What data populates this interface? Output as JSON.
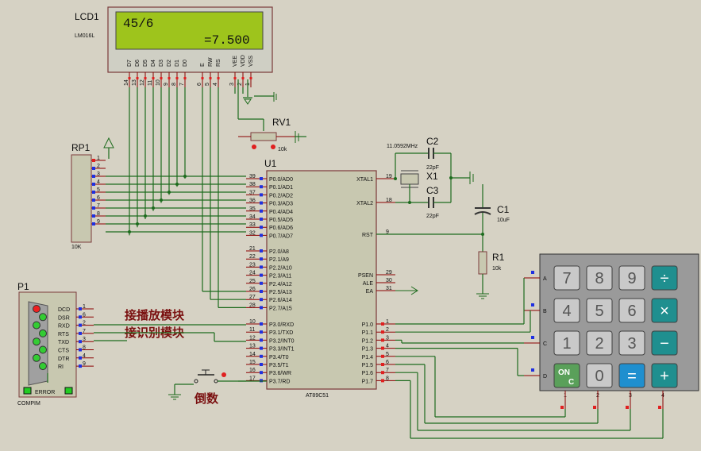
{
  "lcd": {
    "ref": "LCD1",
    "part": "LM016L",
    "line1": "45/6",
    "line2": "=7.500",
    "pins": [
      "D7",
      "D6",
      "D5",
      "D4",
      "D3",
      "D2",
      "D1",
      "D0",
      "E",
      "RW",
      "RS",
      "VEE",
      "VDD",
      "VSS"
    ],
    "pin_numbers": [
      "14",
      "13",
      "12",
      "11",
      "10",
      "9",
      "8",
      "7",
      "6",
      "5",
      "4",
      "3",
      "2",
      "1"
    ]
  },
  "rv1": {
    "ref": "RV1",
    "value": "10k"
  },
  "rp1": {
    "ref": "RP1",
    "value": "10K",
    "pins": [
      "1",
      "2",
      "3",
      "4",
      "5",
      "6",
      "7",
      "8",
      "9"
    ]
  },
  "u1": {
    "ref": "U1",
    "part": "AT89C51",
    "left_pins": [
      {
        "num": "39",
        "name": "P0.0/AD0"
      },
      {
        "num": "38",
        "name": "P0.1/AD1"
      },
      {
        "num": "37",
        "name": "P0.2/AD2"
      },
      {
        "num": "36",
        "name": "P0.3/AD3"
      },
      {
        "num": "35",
        "name": "P0.4/AD4"
      },
      {
        "num": "34",
        "name": "P0.5/AD5"
      },
      {
        "num": "33",
        "name": "P0.6/AD6"
      },
      {
        "num": "32",
        "name": "P0.7/AD7"
      },
      {
        "num": "21",
        "name": "P2.0/A8"
      },
      {
        "num": "22",
        "name": "P2.1/A9"
      },
      {
        "num": "23",
        "name": "P2.2/A10"
      },
      {
        "num": "24",
        "name": "P2.3/A11"
      },
      {
        "num": "25",
        "name": "P2.4/A12"
      },
      {
        "num": "26",
        "name": "P2.5/A13"
      },
      {
        "num": "27",
        "name": "P2.6/A14"
      },
      {
        "num": "28",
        "name": "P2.7/A15"
      },
      {
        "num": "10",
        "name": "P3.0/RXD"
      },
      {
        "num": "11",
        "name": "P3.1/TXD"
      },
      {
        "num": "12",
        "name": "P3.2/INT0"
      },
      {
        "num": "13",
        "name": "P3.3/INT1"
      },
      {
        "num": "14",
        "name": "P3.4/T0"
      },
      {
        "num": "15",
        "name": "P3.5/T1"
      },
      {
        "num": "16",
        "name": "P3.6/WR"
      },
      {
        "num": "17",
        "name": "P3.7/RD"
      }
    ],
    "right_top": [
      {
        "num": "19",
        "name": "XTAL1"
      },
      {
        "num": "18",
        "name": "XTAL2"
      },
      {
        "num": "9",
        "name": "RST"
      },
      {
        "num": "29",
        "name": "PSEN"
      },
      {
        "num": "30",
        "name": "ALE"
      },
      {
        "num": "31",
        "name": "EA"
      }
    ],
    "right_p1": [
      {
        "num": "1",
        "name": "P1.0"
      },
      {
        "num": "2",
        "name": "P1.1"
      },
      {
        "num": "3",
        "name": "P1.2"
      },
      {
        "num": "4",
        "name": "P1.3"
      },
      {
        "num": "5",
        "name": "P1.4"
      },
      {
        "num": "6",
        "name": "P1.5"
      },
      {
        "num": "7",
        "name": "P1.6"
      },
      {
        "num": "8",
        "name": "P1.7"
      }
    ]
  },
  "crystal": {
    "ref": "X1",
    "freq": "11.0592MHz"
  },
  "c2": {
    "ref": "C2",
    "value": "22pF"
  },
  "c3": {
    "ref": "C3",
    "value": "22pF"
  },
  "c1": {
    "ref": "C1",
    "value": "10uF"
  },
  "r1": {
    "ref": "R1",
    "value": "10k"
  },
  "p1": {
    "ref": "P1",
    "part": "COMPIM",
    "pins": [
      "DCD",
      "DSR",
      "RXD",
      "RTS",
      "TXD",
      "CTS",
      "DTR",
      "RI"
    ],
    "pin_numbers": [
      "1",
      "6",
      "2",
      "7",
      "3",
      "8",
      "4",
      "9"
    ],
    "error": "ERROR"
  },
  "annotations": {
    "play_module": "接播放模块",
    "recog_module": "接识别模块",
    "countdown": "倒数"
  },
  "keypad": {
    "rows": [
      "A",
      "B",
      "C",
      "D"
    ],
    "cols": [
      "1",
      "2",
      "3",
      "4"
    ],
    "keys": [
      [
        "7",
        "8",
        "9",
        "÷"
      ],
      [
        "4",
        "5",
        "6",
        "×"
      ],
      [
        "1",
        "2",
        "3",
        "−"
      ],
      [
        "ON/C",
        "0",
        "=",
        "+"
      ]
    ],
    "on_top": "ON",
    "on_bottom": "C",
    "colors": {
      "num": "#c9c9c9",
      "op": "#1f8f8f",
      "on": "#5aa05a",
      "eq": "#1f8fcf"
    }
  }
}
